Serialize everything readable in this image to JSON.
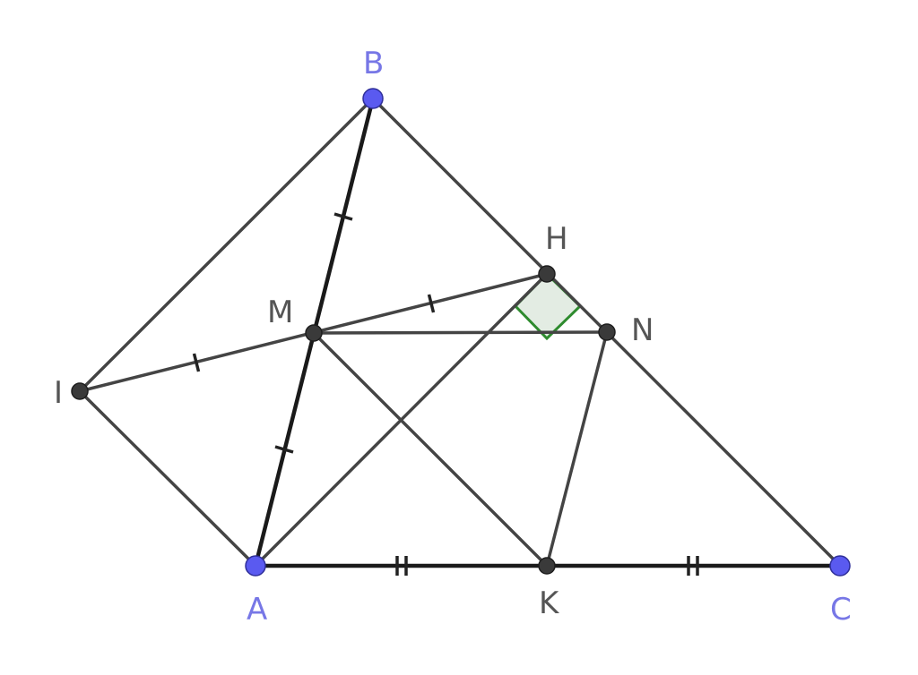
{
  "diagram": {
    "points": {
      "A": "A",
      "B": "B",
      "C": "C",
      "H": "H",
      "M": "M",
      "N": "N",
      "I": "I",
      "K": "K"
    },
    "colors": {
      "free_point": "#5a5af0",
      "dependent_point": "#3a3a3a",
      "right_angle_fill": "#e3ece3",
      "right_angle_stroke": "#2e8b2e"
    }
  }
}
